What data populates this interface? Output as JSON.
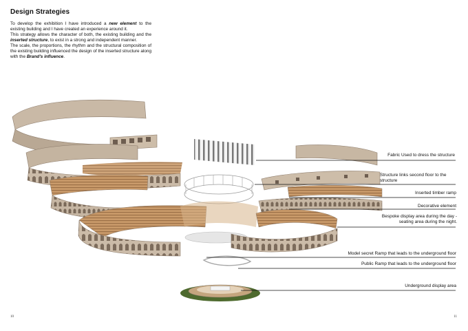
{
  "heading": "Design Strategies",
  "intro": {
    "p1_a": "To develop the exhibition I have introduced a ",
    "p1_em": "new element",
    "p1_b": " to the existing building and I have created an experience around it.",
    "p2_a": "This strategy allows the character of both, the existing building and the ",
    "p2_em": "inserted structure",
    "p2_b": ", to exist in a strong and independent manner.",
    "p3_a": "The scale, the proportions, the rhythm and the structural composition of the existing building influenced the design of the inserted structure  along with the ",
    "p3_em": "Brand's influence",
    "p3_b": "."
  },
  "labels": {
    "fabric": "Fabric Used to dress the structure",
    "links_1": "Structure links second floor to the",
    "links_2": "structure",
    "timber_ramp": "Inserted timber ramp",
    "decorative": "Decorative element",
    "bespoke_1": "Bespoke display area during the day -",
    "bespoke_2": "seating area during the night.",
    "secret_ramp": "Model secret Ramp that leads to the underground floor",
    "public_ramp": "Public Ramp that leads to the underground floor",
    "underground": "Underground display area"
  },
  "page_numbers": {
    "left": "10",
    "right": "11"
  },
  "colors": {
    "stone": "#c8b8a6",
    "stone_dark": "#8e7d6c",
    "timber": "#c99a6a",
    "grass": "#4e6a2e",
    "leader_line": "#111111"
  }
}
